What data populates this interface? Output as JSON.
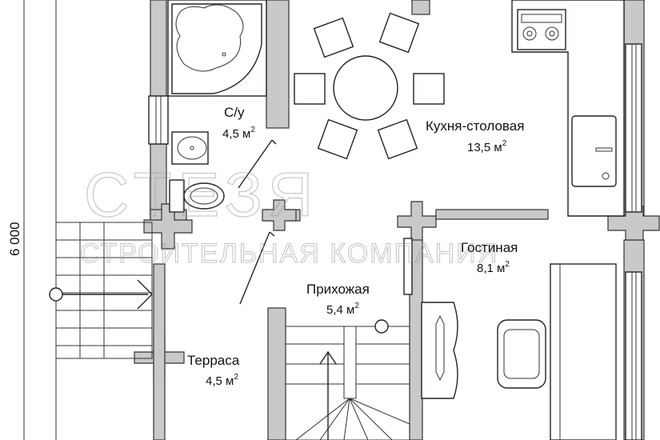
{
  "rooms": {
    "bathroom": {
      "name": "С/у",
      "area": "4,5 м",
      "unit_exp": "2"
    },
    "kitchen": {
      "name": "Кухня-столовая",
      "area": "13,5 м",
      "unit_exp": "2"
    },
    "living": {
      "name": "Гостиная",
      "area": "8,1 м",
      "unit_exp": "2"
    },
    "hall": {
      "name": "Прихожая",
      "area": "5,4 м",
      "unit_exp": "2"
    },
    "terrace": {
      "name": "Терраса",
      "area": "4,5 м",
      "unit_exp": "2"
    }
  },
  "dimension": {
    "label": "6 000"
  },
  "watermark": {
    "title": "СТЕЗЯ",
    "subtitle": "СТРОИТЕЛЬНАЯ КОМПАНИЯ"
  },
  "colors": {
    "wall": "#c9c9c9",
    "line": "#222222",
    "watermark": "#9a9a9a"
  }
}
